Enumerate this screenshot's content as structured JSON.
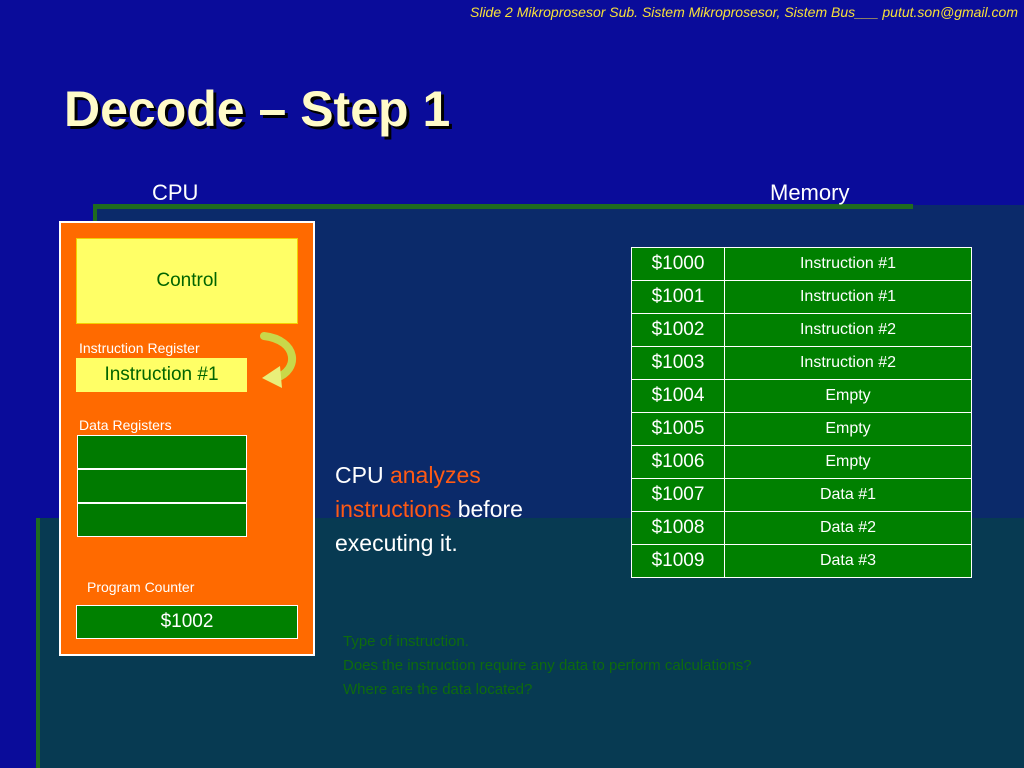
{
  "header_note": "Slide 2 Mikroprosesor Sub. Sistem Mikroprosesor, Sistem Bus___ putut.son@gmail.com",
  "title": "Decode – Step 1",
  "cpu": {
    "heading": "CPU",
    "control_label": "Control",
    "instruction_register_label": "Instruction Register",
    "instruction_register_value": "Instruction #1",
    "data_registers_label": "Data Registers",
    "program_counter_label": "Program Counter",
    "program_counter_value": "$1002",
    "arrow_icon": "curved-arrow-icon"
  },
  "memory": {
    "heading": "Memory",
    "rows": [
      {
        "address": "$1000",
        "content": "Instruction #1"
      },
      {
        "address": "$1001",
        "content": "Instruction #1"
      },
      {
        "address": "$1002",
        "content": "Instruction #2"
      },
      {
        "address": "$1003",
        "content": "Instruction #2"
      },
      {
        "address": "$1004",
        "content": "Empty"
      },
      {
        "address": "$1005",
        "content": "Empty"
      },
      {
        "address": "$1006",
        "content": "Empty"
      },
      {
        "address": "$1007",
        "content": "Data #1"
      },
      {
        "address": "$1008",
        "content": "Data #2"
      },
      {
        "address": "$1009",
        "content": "Data #3"
      }
    ]
  },
  "description": {
    "part1": "CPU ",
    "highlight": "analyzes instructions",
    "part2": " before executing it."
  },
  "notes": [
    "Type of instruction.",
    "Does the instruction require any data to perform calculations?",
    "Where are the data located?"
  ],
  "colors": {
    "background": "#0a0c9a",
    "cpu_box": "#ff6a00",
    "yellow_box": "#ffff66",
    "green_cell": "#008000",
    "highlight": "#ff5a14"
  }
}
